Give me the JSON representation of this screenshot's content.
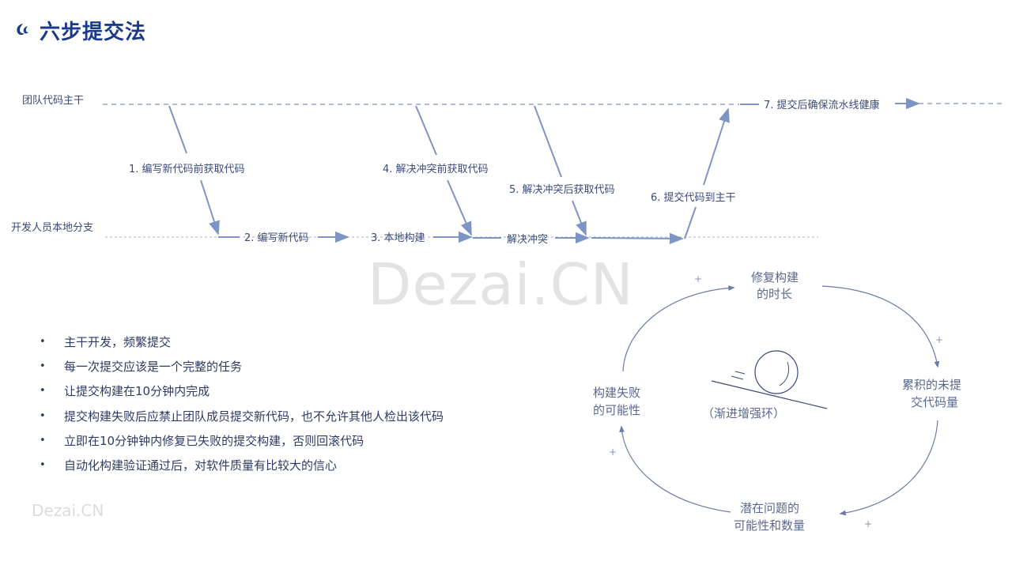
{
  "header": {
    "logo_icon": "brand-swirl-icon",
    "title": "六步提交法"
  },
  "colors": {
    "title": "#1b3a8c",
    "arrow": "#7d95c4",
    "text": "#2d3a66"
  },
  "flow": {
    "lanes": {
      "trunk": "团队代码主干",
      "local": "开发人员本地分支"
    },
    "steps": {
      "s1": "1. 编写新代码前获取代码",
      "s2": "2. 编写新代码",
      "s3": "3. 本地构建",
      "resolve": "解决冲突",
      "s4": "4. 解决冲突前获取代码",
      "s5": "5. 解决冲突后获取代码",
      "s6": "6. 提交代码到主干",
      "s7": "7. 提交后确保流水线健康"
    }
  },
  "watermarks": {
    "big": "Dezai.CN",
    "small": "Dezai.CN"
  },
  "bullets": [
    "主干开发，频繁提交",
    "每一次提交应该是一个完整的任务",
    "让提交构建在10分钟内完成",
    "提交构建失败后应禁止团队成员提交新代码，也不允许其他人检出该代码",
    "立即在10分钟钟内修复已失败的提交构建，否则回滚代码",
    "自动化构建验证通过后，对软件质量有比较大的信心"
  ],
  "cycle": {
    "top": [
      "修复构建",
      "的时长"
    ],
    "right": [
      "累积的未提",
      "交代码量"
    ],
    "bottom": [
      "潜在问题的",
      "可能性和数量"
    ],
    "left": [
      "构建失败",
      "的可能性"
    ],
    "center": "（渐进增强环）",
    "plus": "+",
    "center_icon": "ball-on-slope-icon"
  }
}
